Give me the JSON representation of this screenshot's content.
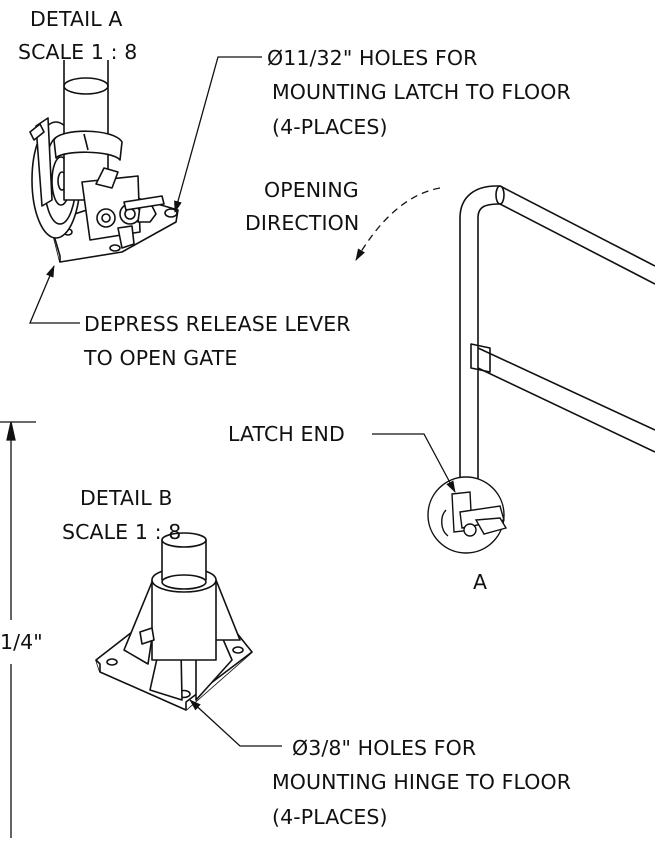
{
  "detail_a": {
    "title": "DETAIL A",
    "scale": "SCALE 1 : 8"
  },
  "detail_b": {
    "title": "DETAIL B",
    "scale": "SCALE 1 : 8"
  },
  "notes": {
    "latch_holes": [
      "Ø11/32\" HOLES FOR",
      "MOUNTING LATCH TO FLOOR",
      "(4-PLACES)"
    ],
    "opening_direction": [
      "OPENING",
      "DIRECTION"
    ],
    "release_lever": [
      "DEPRESS RELEASE LEVER",
      "TO OPEN GATE"
    ],
    "latch_end": "LATCH END",
    "view_marker": "A",
    "hinge_holes": [
      "Ø3/8\" HOLES FOR",
      "MOUNTING HINGE TO FLOOR",
      "(4-PLACES)"
    ],
    "dimension_fragment": "1/4\""
  }
}
